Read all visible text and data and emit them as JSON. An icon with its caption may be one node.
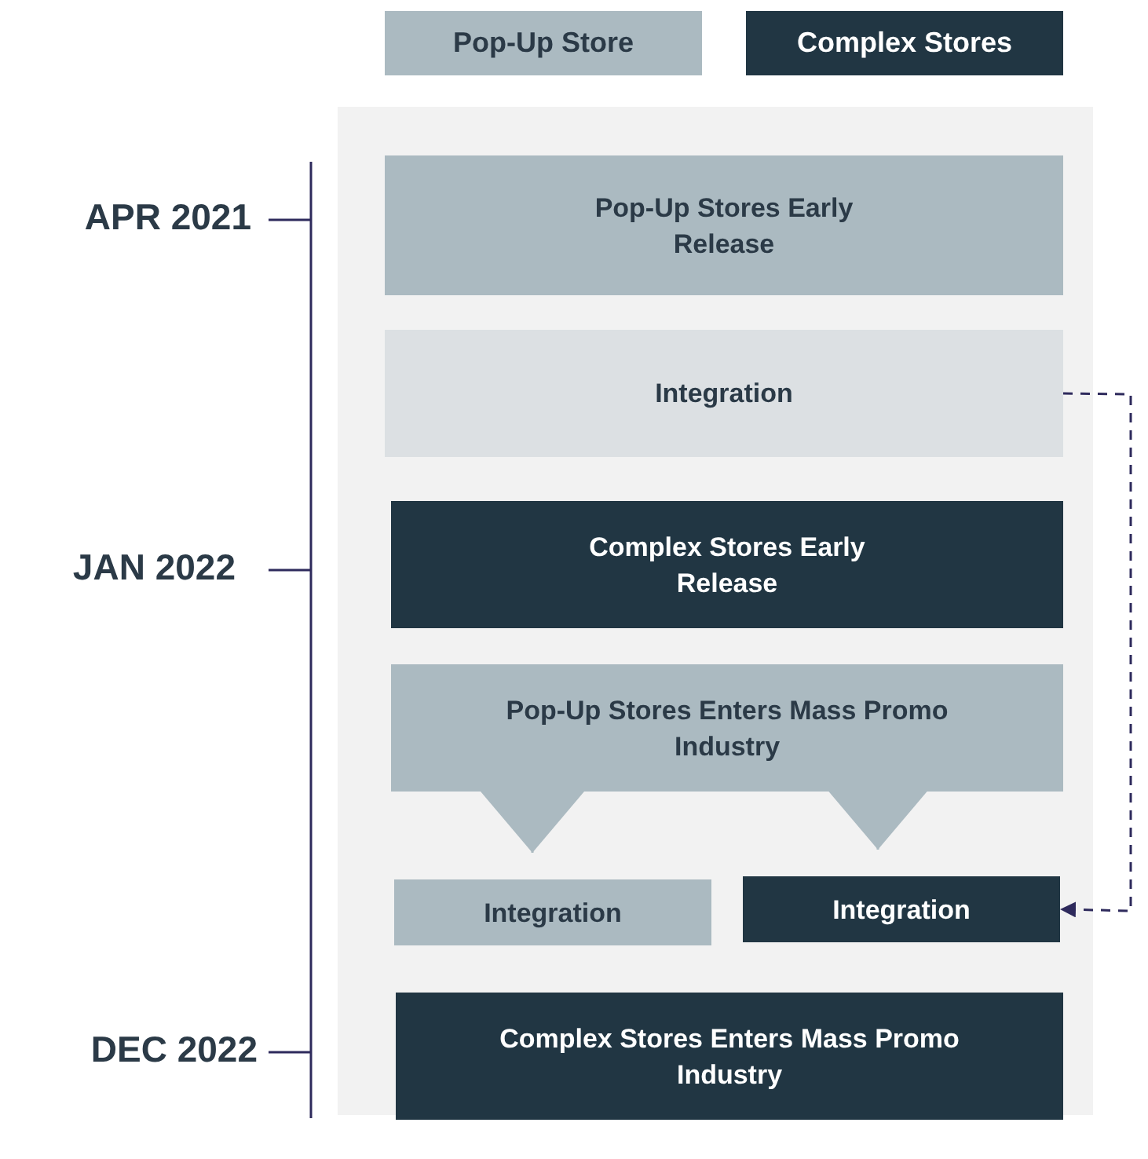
{
  "diagram": {
    "nodes": [
      {
        "text": [
          "Pop-Up Stores Early Release"
        ]
      },
      {
        "text": [
          "Integration"
        ]
      },
      {
        "text": [
          "Complex Stores Early Release"
        ]
      },
      {
        "text": [
          "Pop-Up Stores Enters Mass Promo Industry"
        ]
      },
      {
        "text": [
          "Integration"
        ]
      },
      {
        "text": [
          "Integration"
        ]
      },
      {
        "text": [
          "Complex Stores Enters Mass Promo Industry"
        ]
      }
    ],
    "edges": [
      {
        "from": 1,
        "to": 5,
        "arrow": "to",
        "style": "dashed",
        "color": "#2e2a5c"
      },
      {
        "from": 3,
        "to": 4,
        "arrow": "to"
      },
      {
        "from": 3,
        "to": 5,
        "arrow": "to"
      }
    ],
    "labels": [
      "APR 2021",
      "JAN 2022",
      "DEC 2022"
    ],
    "legend": [
      {
        "text": "Pop-Up Store",
        "color": "#abbac1"
      },
      {
        "text": "Complex Stores",
        "color": "#213643"
      }
    ]
  }
}
